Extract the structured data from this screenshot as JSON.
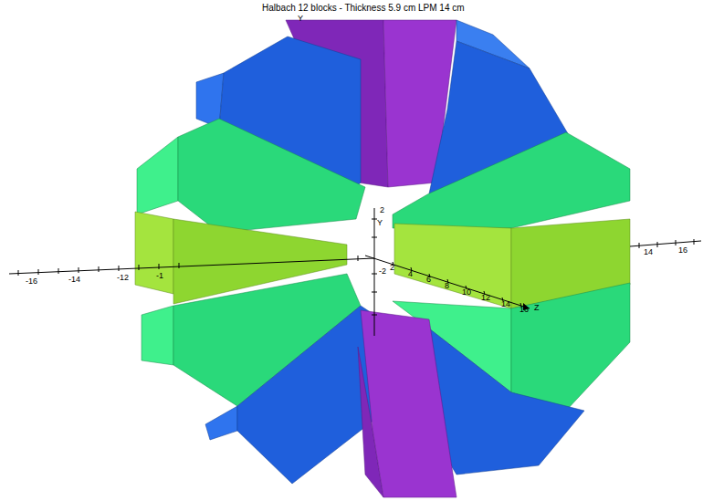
{
  "diagram": {
    "title": "Halbach 12 blocks - Thickness 5.9 cm LPM 14 cm",
    "labels": [
      "Y",
      "-16",
      "-14",
      "-12",
      "-1",
      "14",
      "16",
      "2",
      "Y",
      "-2",
      "2",
      "4",
      "6",
      "8",
      "10",
      "12",
      "14",
      "16",
      "Z"
    ]
  }
}
